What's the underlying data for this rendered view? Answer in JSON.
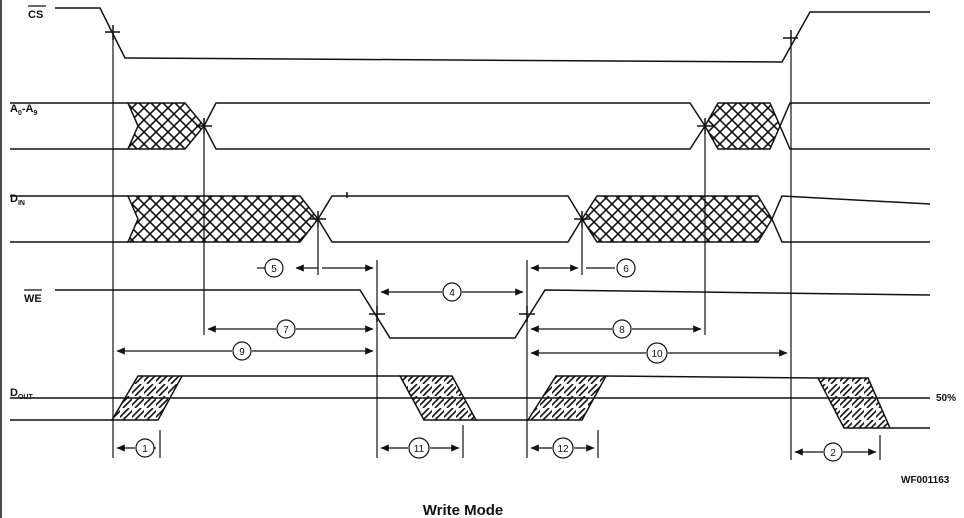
{
  "signals": {
    "cs": "CS",
    "a_main": "A",
    "a_sub0": "0",
    "a_dash": "-A",
    "a_sub9": "9",
    "din_main": "D",
    "din_sub": "IN",
    "we": "WE",
    "dout_main": "D",
    "dout_sub": "OUT"
  },
  "markers": [
    "1",
    "2",
    "4",
    "5",
    "6",
    "7",
    "8",
    "9",
    "10",
    "11",
    "12"
  ],
  "labels": {
    "fifty": "50%",
    "ref": "WF001163",
    "caption": "Write Mode"
  },
  "colors": {
    "ink": "#111111",
    "background": "#ffffff"
  }
}
